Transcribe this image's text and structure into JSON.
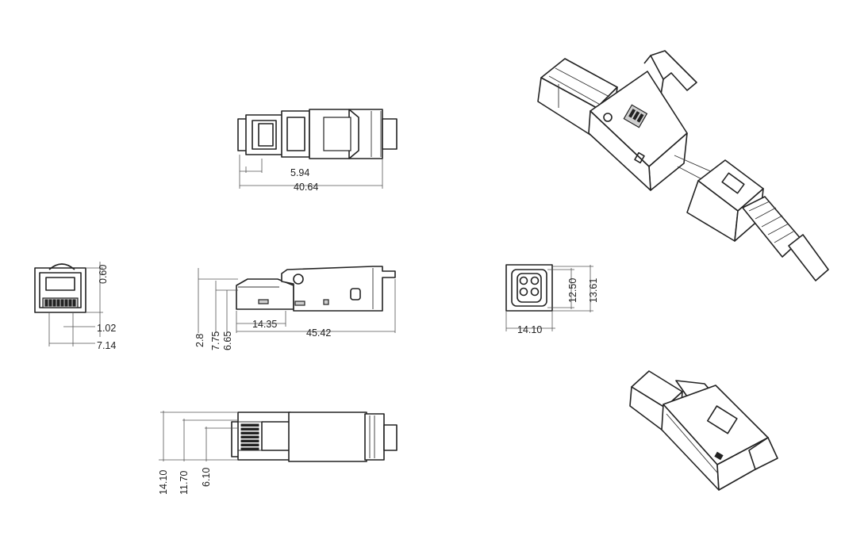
{
  "dimensions": {
    "top_view": {
      "inner": "5.94",
      "overall": "40.64"
    },
    "front_view": {
      "top": "0.60",
      "mid": "1.02",
      "width": "7.14"
    },
    "side_view": {
      "h1": "2.8",
      "h2": "7.75",
      "h3": "6.65",
      "inner": "14.35",
      "overall": "45.42"
    },
    "end_view": {
      "inner_height": "12.50",
      "outer_height": "13.61",
      "width": "14.10"
    },
    "bottom_view": {
      "v1": "14.10",
      "v2": "11.70",
      "v3": "6.10"
    }
  }
}
